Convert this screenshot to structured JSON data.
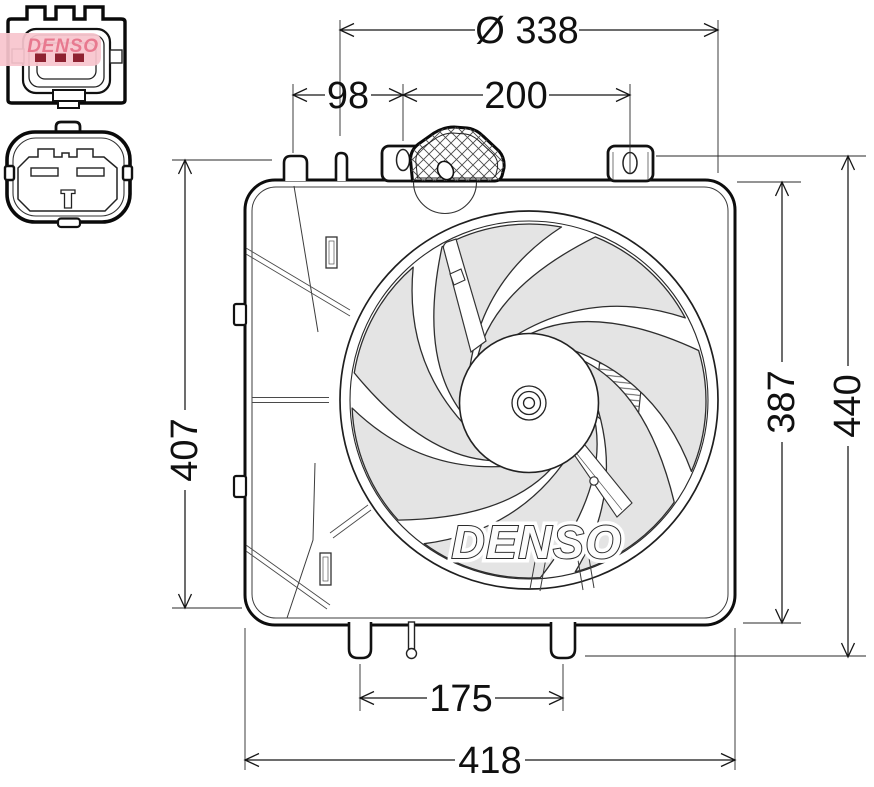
{
  "diagram": {
    "kind": "radiator-cooling-fan technical drawing",
    "dimensions": {
      "fan_diameter": "Ø 338",
      "top_pitch_left": "98",
      "top_pitch_right": "200",
      "left_height": "407",
      "shroud_height_right": "387",
      "overall_height": "440",
      "foot_pitch": "175",
      "overall_width": "418"
    },
    "branding": {
      "fan_watermark": "DENSO",
      "connector_logo": "DENSO"
    },
    "colors": {
      "blade_fill": "#e4e4e4",
      "line": "#161616",
      "logo_band_pink": "#f7c5cd",
      "logo_text_pink": "#e8798f",
      "pin_maroon": "#8e2231"
    }
  }
}
